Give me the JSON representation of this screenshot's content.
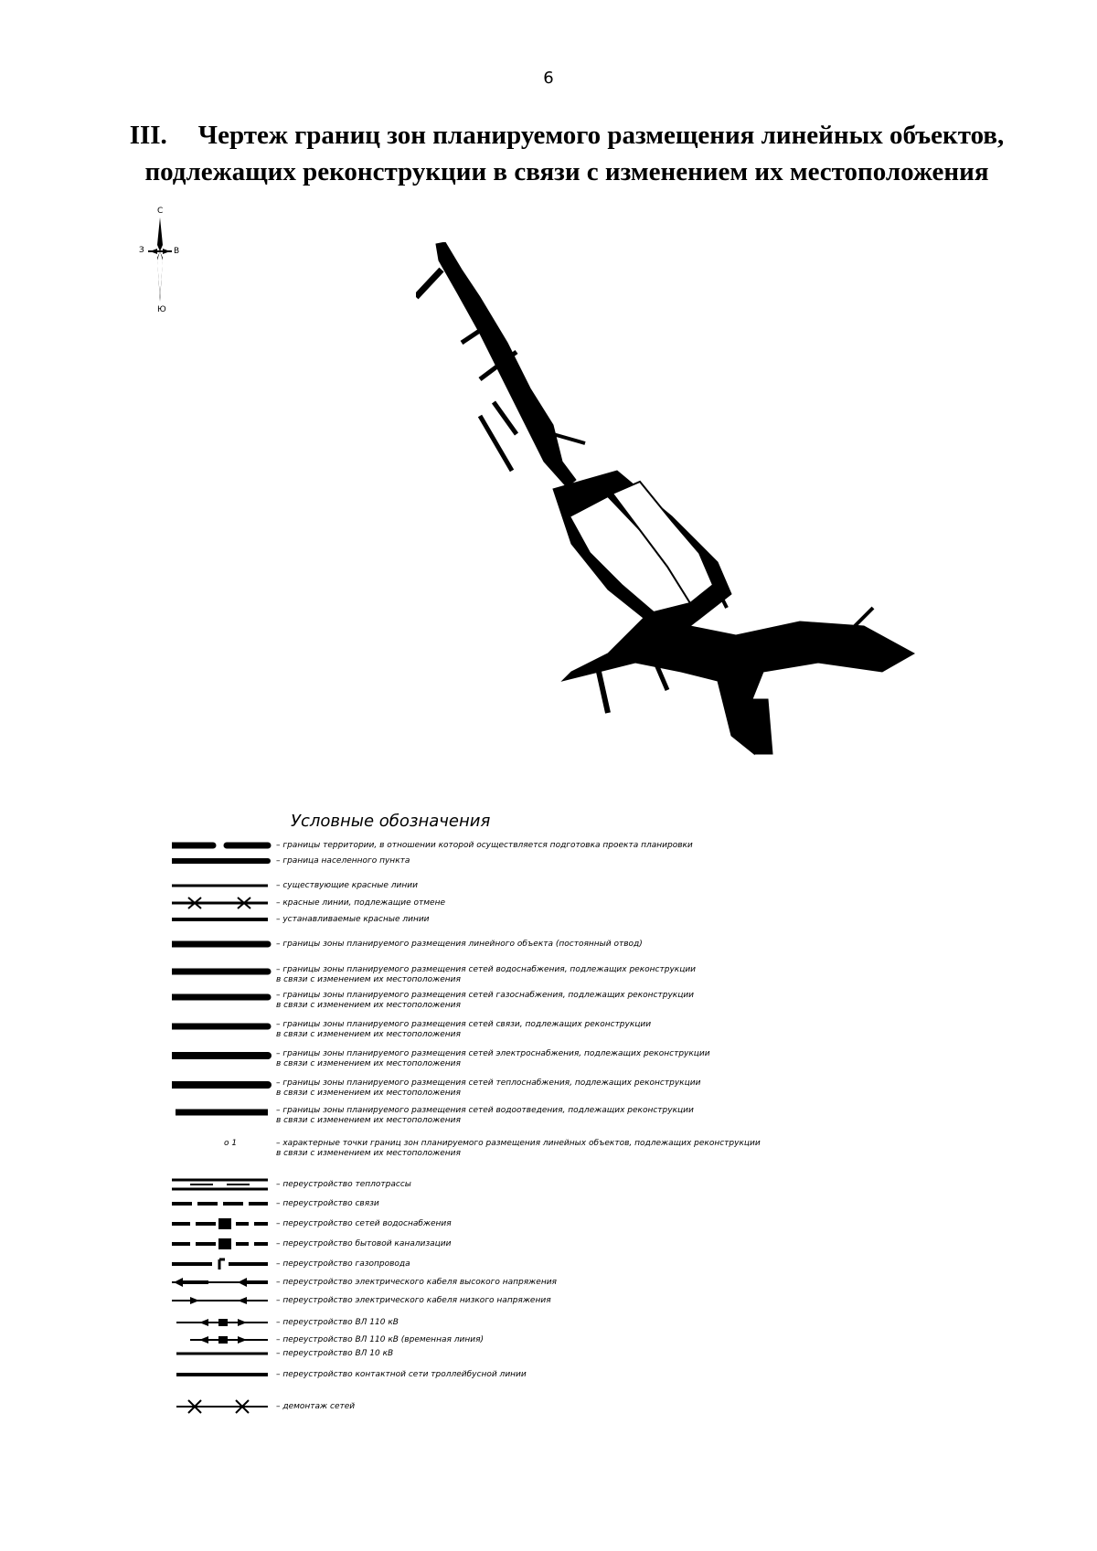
{
  "page_number": "6",
  "title": {
    "roman": "III.",
    "line1": "Чертеж границ зон планируемого размещения линейных объектов,",
    "line2": "подлежащих реконструкции в связи с изменением их местоположения"
  },
  "compass": {
    "north": "С",
    "south": "Ю",
    "west": "З",
    "east": "В"
  },
  "legend": {
    "title": "Условные обозначения",
    "point_symbol": "о 1",
    "items": [
      "– границы территории, в отношении которой осуществляется подготовка проекта планировки",
      "– граница населенного пункта",
      "– существующие красные линии",
      "– красные линии, подлежащие отмене",
      "– устанавливаемые красные линии",
      "– границы зоны планируемого размещения линейного объекта (постоянный отвод)",
      "– границы зоны планируемого размещения сетей водоснабжения, подлежащих реконструкции\nв связи с изменением их местоположения",
      "– границы зоны планируемого размещения сетей газоснабжения, подлежащих реконструкции\nв связи с изменением их местоположения",
      "– границы зоны планируемого размещения сетей связи, подлежащих реконструкции\nв связи с изменением их местоположения",
      "– границы зоны планируемого размещения сетей электроснабжения, подлежащих реконструкции\nв связи с изменением их местоположения",
      "– границы зоны планируемого размещения сетей теплоснабжения, подлежащих реконструкции\nв связи с изменением их местоположения",
      "– границы зоны планируемого размещения сетей водоотведения, подлежащих реконструкции\nв связи с изменением их местоположения",
      "– характерные точки границ зон планируемого размещения линейных объектов, подлежащих реконструкции\nв связи с изменением их местоположения",
      "– переустройство теплотрассы",
      "– переустройство связи",
      "– переустройство сетей водоснабжения",
      "– переустройство бытовой канализации",
      "– переустройство газопровода",
      "– переустройство электрического кабеля высокого напряжения",
      "– переустройство электрического кабеля низкого напряжения",
      "– переустройство ВЛ 110 кВ",
      "– переустройство ВЛ 110 кВ (временная линия)",
      "– переустройство ВЛ 10 кВ",
      "– переустройство контактной сети троллейбусной линии",
      "– демонтаж сетей"
    ]
  }
}
